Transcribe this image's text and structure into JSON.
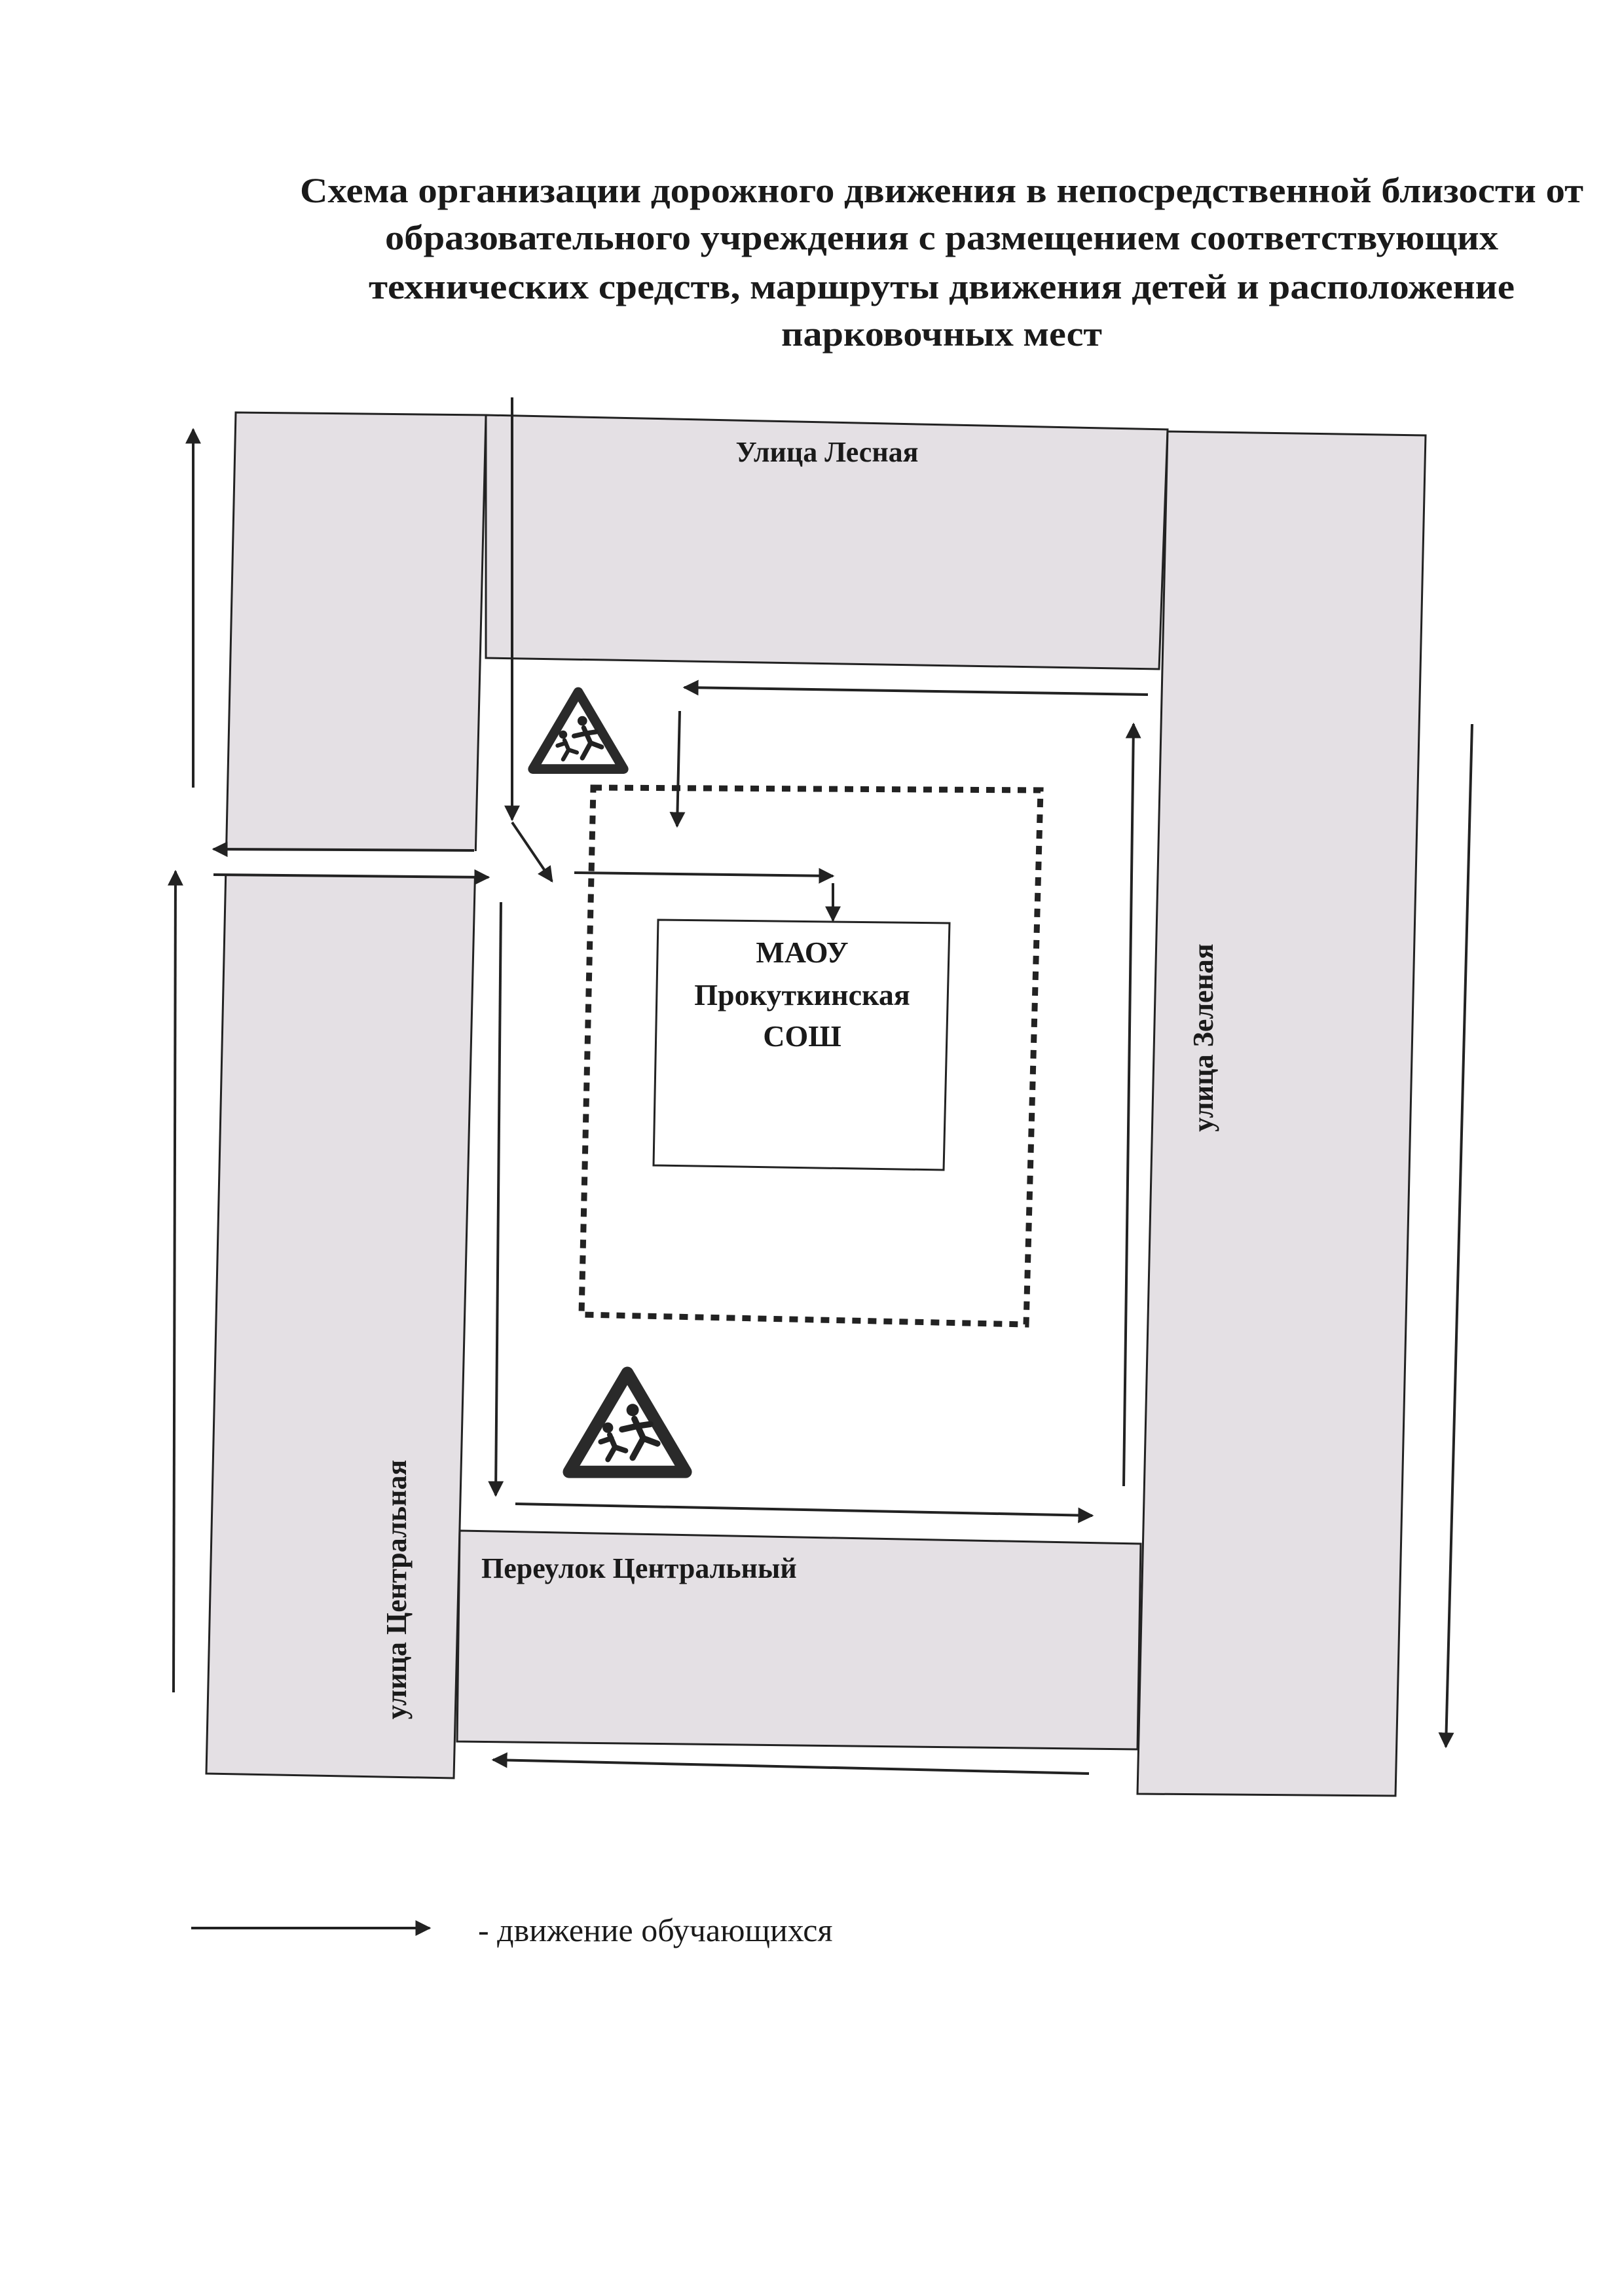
{
  "title_lines": [
    "Схема организации дорожного движения в непосредственной близости от",
    "образовательного учреждения с размещением соответствующих",
    "технических средств, маршруты движения детей и расположение",
    "парковочных мест"
  ],
  "streets": {
    "top": "Улица Лесная",
    "right": "улица Зеленая",
    "left": "улица  Центральная",
    "bottom": "Переулок Центральный"
  },
  "school": {
    "lines": [
      "МАОУ",
      "Прокуткинская",
      "СОШ"
    ]
  },
  "signs": [
    "children-crossing-sign",
    "children-crossing-sign"
  ],
  "legend": {
    "student_route": "- движение обучающихся"
  },
  "colors": {
    "road": "#e4e0e4",
    "ink": "#222222"
  }
}
